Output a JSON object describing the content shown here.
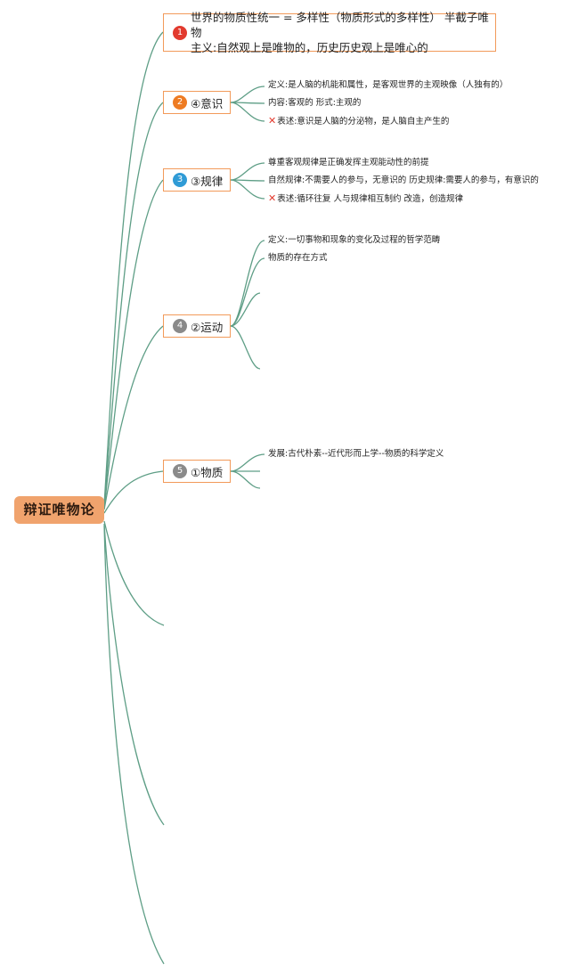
{
  "root": {
    "label": "辩证唯物论"
  },
  "colors": {
    "edge": "#5e9e86",
    "node_border": "#f29a5a",
    "root_fill": "#f0a36d"
  },
  "topics": [
    {
      "badge": "1",
      "line1": "世界的物质性统一 = 多样性（物质形式的多样性） 半截子唯物",
      "line2": "主义:自然观上是唯物的，历史历史观上是唯心的"
    },
    {
      "badge": "2",
      "label": "④意识",
      "leaves": [
        {
          "text": "定义:是人脑的机能和属性，是客观世界的主观映像（人独有的）"
        },
        {
          "text": "内容:客观的 形式:主观的"
        },
        {
          "icon": "cross-mark-icon",
          "text": "表述:意识是人脑的分泌物，是人脑自主产生的"
        }
      ]
    },
    {
      "badge": "3",
      "label": "③规律",
      "leaves": [
        {
          "text": "尊重客观规律是正确发挥主观能动性的前提"
        },
        {
          "text": "自然规律:不需要人的参与，无意识的 历史规律:需要人的参与，有意识的"
        },
        {
          "icon": "cross-mark-icon",
          "text": "表述:循环往复 人与规律相互制约 改造，创造规律"
        }
      ]
    },
    {
      "badge": "4",
      "label": "②运动",
      "leaves": [
        {
          "text": "定义:一切事物和现象的变化及过程的哲学范畴"
        },
        {
          "text": "物质的存在方式"
        }
      ]
    },
    {
      "badge": "5",
      "label": "①物质",
      "leaves": [
        {
          "text": "发展:古代朴素--近代形而上学--物质的科学定义"
        }
      ]
    }
  ]
}
